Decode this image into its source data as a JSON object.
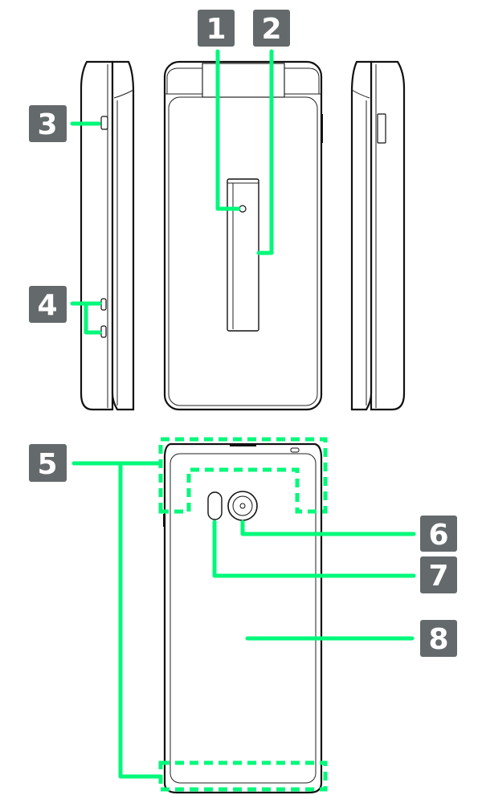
{
  "colors": {
    "callout_line": "#00f97a",
    "badge_bg": "#646a6c",
    "badge_text": "#ffffff"
  },
  "callouts": [
    {
      "number": "1"
    },
    {
      "number": "2"
    },
    {
      "number": "3"
    },
    {
      "number": "4"
    },
    {
      "number": "5"
    },
    {
      "number": "6"
    },
    {
      "number": "7"
    },
    {
      "number": "8"
    }
  ]
}
